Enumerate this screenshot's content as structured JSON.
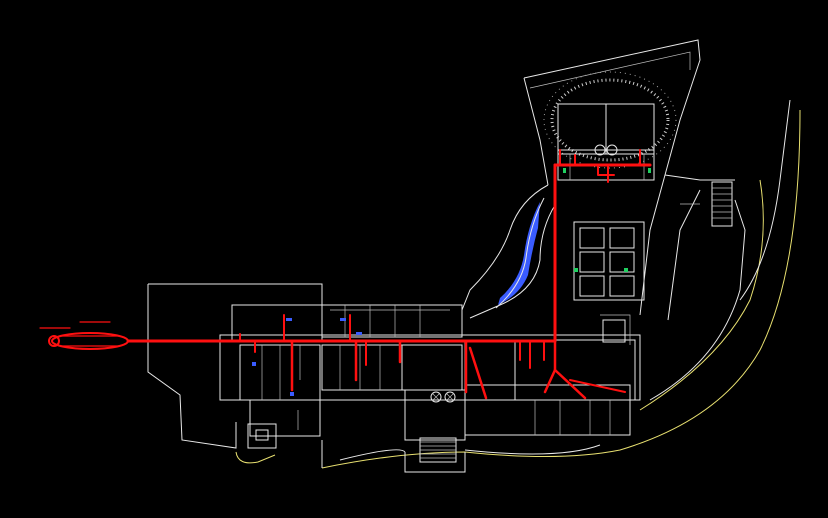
{
  "view": {
    "background_color": "#000000",
    "linework_color": "#e8e8e8",
    "boundary_color": "#e8e070",
    "piping_color": "#ff1010",
    "water_color": "#3a5cff",
    "marker_color": "#20d060"
  },
  "icons": [
    "site-outline",
    "building-footprint",
    "water-pipe-network",
    "pool",
    "court",
    "stairs"
  ]
}
